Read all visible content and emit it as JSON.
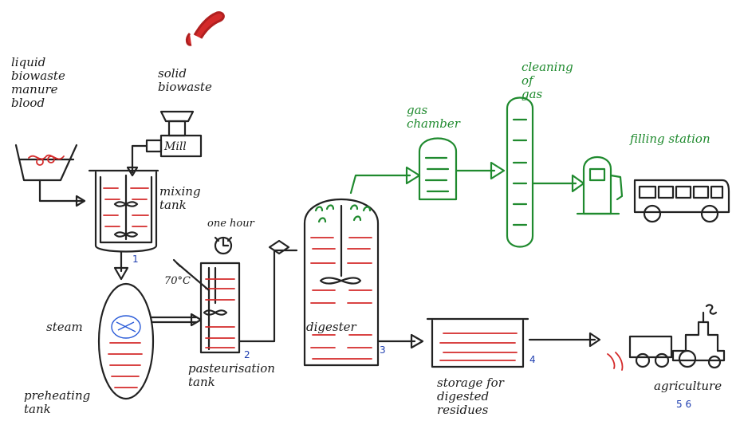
{
  "labels": {
    "liquid_biowaste": "liquid\nbiowaste\nmanure\nblood",
    "solid_biowaste": "solid\nbiowaste",
    "mill": "Mill",
    "mixing_tank": "mixing\ntank",
    "one_hour": "one hour",
    "temperature": "70°C",
    "steam": "steam",
    "preheating_tank": "preheating\ntank",
    "pasteurisation_tank": "pasteurisation\ntank",
    "digester": "digester",
    "gas_chamber": "gas\nchamber",
    "cleaning_of_gas": "cleaning\nof\ngas",
    "filling_station": "filling station",
    "storage": "storage for\ndigested\nresidues",
    "agriculture": "agriculture"
  },
  "step_numbers": {
    "n1": "1",
    "n2": "2",
    "n3": "3",
    "n4": "4",
    "n56": "5  6"
  },
  "colors": {
    "ink": "#222222",
    "green": "#1f8a2e",
    "red": "#d42a2a",
    "blue": "#1f3fb0"
  }
}
